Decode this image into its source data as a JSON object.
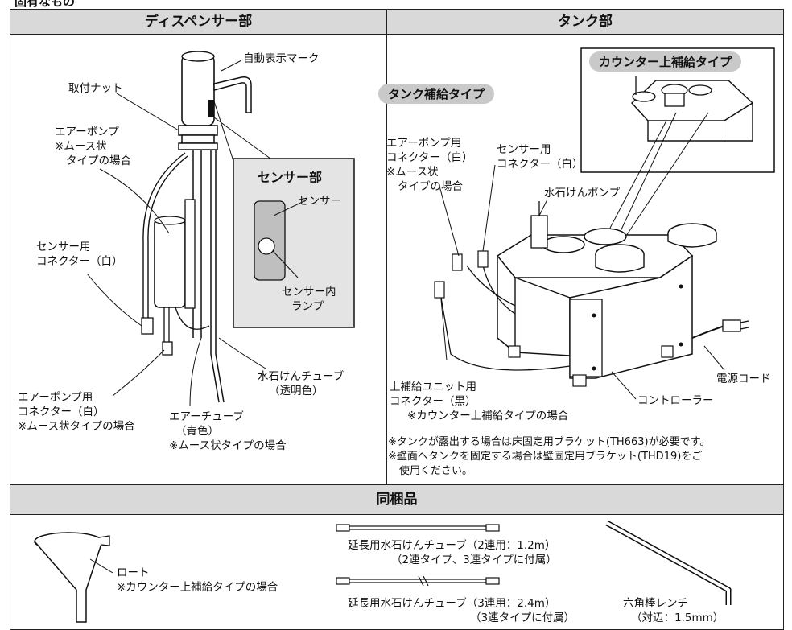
{
  "top_fragment": "固有なもの",
  "dispenser": {
    "title": "ディスペンサー部",
    "labels": {
      "auto_mark": "自動表示マーク",
      "nut": "取付ナット",
      "air_pump": [
        "エアーポンプ",
        "※ムース状",
        "タイプの場合"
      ],
      "sensor_conn": [
        "センサー用",
        "コネクター（白）"
      ],
      "air_pump_conn": [
        "エアーポンプ用",
        "コネクター（白）",
        "※ムース状タイプの場合"
      ],
      "air_tube": [
        "エアーチューブ",
        "（青色）",
        "※ムース状タイプの場合"
      ],
      "soap_tube": [
        "水石けんチューブ",
        "（透明色）"
      ]
    },
    "sensor_box": {
      "title": "センサー部",
      "sensor": "センサー",
      "lamp": [
        "センサー内",
        "ランプ"
      ]
    }
  },
  "tank": {
    "title": "タンク部",
    "counter_type": "カウンター上補給タイプ",
    "tank_type": "タンク補給タイプ",
    "labels": {
      "air_pump_conn": [
        "エアーポンプ用",
        "コネクター（白）",
        "※ムース状",
        "タイプの場合"
      ],
      "sensor_conn": [
        "センサー用",
        "コネクター（白）"
      ],
      "pump": "水石けんポンプ",
      "upper_unit_conn": [
        "上補給ユニット用",
        "コネクター（黒）",
        "※カウンター上補給タイプの場合"
      ],
      "controller": "コントローラー",
      "power_cord": "電源コード"
    },
    "notes": [
      "※タンクが露出する場合は床固定用ブラケット(TH663)が必要です。",
      "※壁面へタンクを固定する場合は壁固定用ブラケット(THD19)をご",
      "使用ください。"
    ]
  },
  "included": {
    "title": "同梱品",
    "funnel": [
      "ロート",
      "※カウンター上補給タイプの場合"
    ],
    "tube2": [
      "延長用水石けんチューブ（2連用：1.2m）",
      "（2連タイプ、3連タイプに付属）"
    ],
    "tube3": [
      "延長用水石けんチューブ（3連用：2.4m）",
      "（3連タイプに付属）"
    ],
    "wrench": [
      "六角棒レンチ",
      "（対辺：1.5mm）"
    ]
  }
}
